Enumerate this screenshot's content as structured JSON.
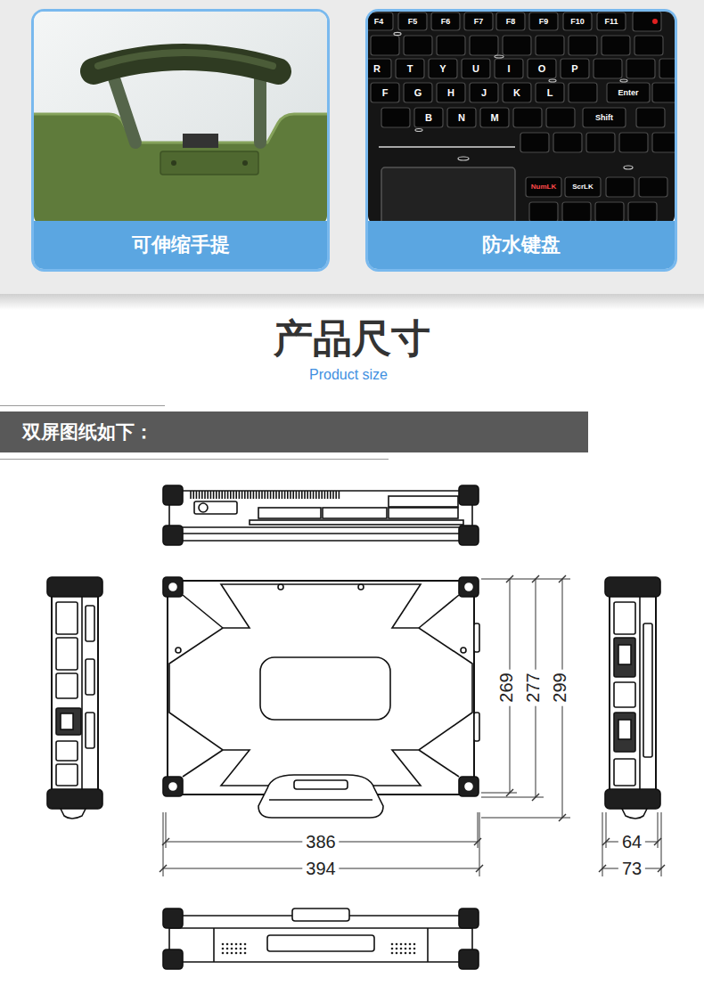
{
  "diagram": {
    "title": "产品尺寸",
    "nodes": [
      {
        "text": [
          "可伸缩手提"
        ]
      },
      {
        "text": [
          "防水键盘"
        ]
      },
      {
        "text": [
          "双屏图纸如下："
        ]
      }
    ],
    "labels": [
      "Product size",
      "F4",
      "F5",
      "F6",
      "F7",
      "F8",
      "F9",
      "F10",
      "F11",
      "R",
      "T",
      "Y",
      "U",
      "I",
      "O",
      "P",
      "F",
      "G",
      "H",
      "J",
      "K",
      "L",
      "Enter",
      "B",
      "N",
      "M",
      "Shift",
      "NumLK",
      "ScrLK",
      "269",
      "277",
      "299",
      "386",
      "394",
      "64",
      "73"
    ]
  }
}
